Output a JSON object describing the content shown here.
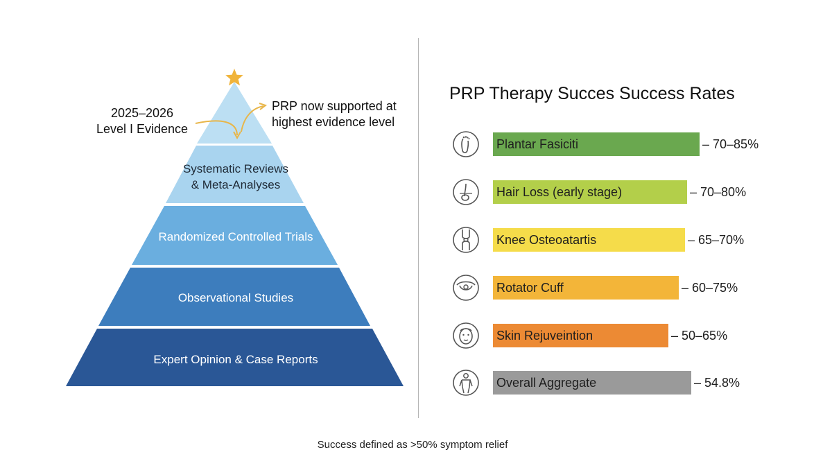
{
  "pyramid": {
    "tiers": [
      {
        "label": "Systematic Reviews\n& Meta-Analyses",
        "color": "#a9d4ef"
      },
      {
        "label": "Randomized Controlled Trials",
        "color": "#6aaedf"
      },
      {
        "label": "Observational Studies",
        "color": "#3d7dbd"
      },
      {
        "label": "Expert Opinion & Case Reports",
        "color": "#2a5796"
      }
    ],
    "apex_color": "#bcdff3",
    "star_color": "#f0b43b",
    "level_callout": "2025–2026\nLevel I Evidence",
    "support_callout": "PRP now supported at\nhighest evidence level"
  },
  "chart_data": {
    "type": "bar",
    "title": "PRP Therapy Succes Success Rates",
    "rows": [
      {
        "category": "Plantar Fasiciti",
        "value_text": "– 70–85%",
        "icon": "foot-icon",
        "color": "#6aa84f",
        "share": 1.0
      },
      {
        "category": "Hair Loss (early stage)",
        "value_text": "– 70–80%",
        "icon": "hair-follicle-icon",
        "color": "#b3cf4a",
        "share": 0.94
      },
      {
        "category": "Knee Osteoatartis",
        "value_text": "– 65–70%",
        "icon": "knee-joint-icon",
        "color": "#f5dc4a",
        "share": 0.93
      },
      {
        "category": "Rotator Cuff",
        "value_text": "– 60–75%",
        "icon": "shoulder-icon",
        "color": "#f3b539",
        "share": 0.9
      },
      {
        "category": "Skin Rejuveintion",
        "value_text": "– 50–65%",
        "icon": "face-icon",
        "color": "#ec8a34",
        "share": 0.85
      },
      {
        "category": "Overall Aggregate",
        "value_text": "– 54.8%",
        "icon": "body-icon",
        "color": "#9a9a9a",
        "share": 0.96
      }
    ]
  },
  "footnote": "Success defined as >50% symptom relief"
}
